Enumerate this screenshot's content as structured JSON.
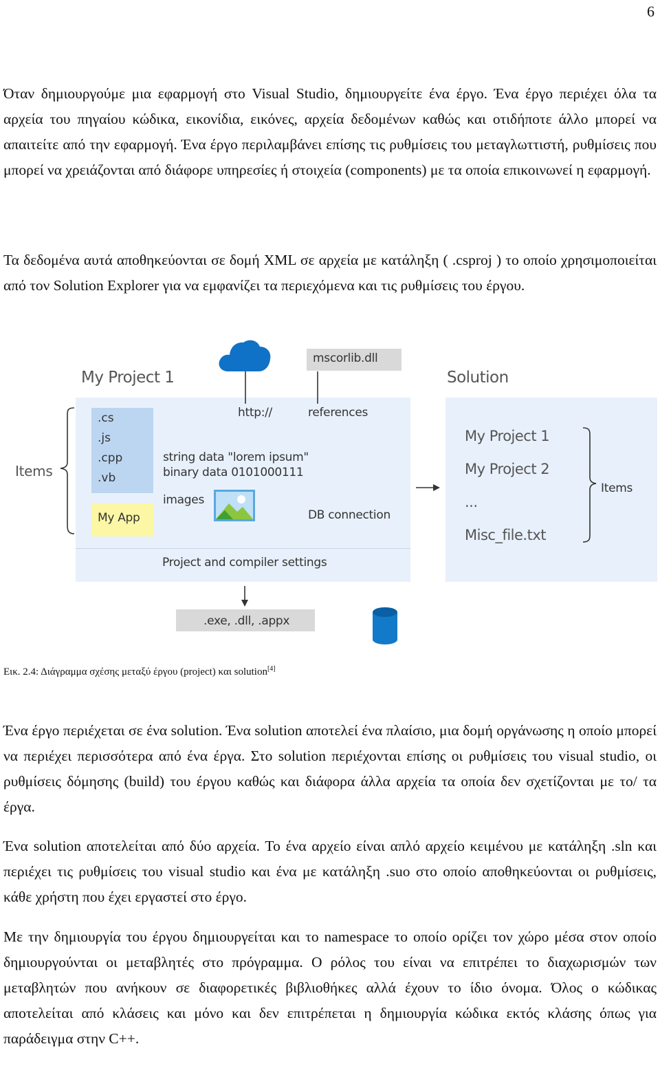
{
  "page_number": "6",
  "paragraphs": {
    "p1": "Όταν δημιουργούμε μια εφαρμογή στο Visual Studio, δημιουργείτε ένα έργο. Ένα έργο περιέχει όλα τα αρχεία του πηγαίου κώδικα, εικονίδια, εικόνες, αρχεία δεδομένων καθώς και οτιδήποτε άλλο μπορεί να απαιτείτε από την εφαρμογή. Ένα έργο περιλαμβάνει επίσης τις ρυθμίσεις του μεταγλωττιστή, ρυθμίσεις που μπορεί να χρειάζονται από διάφορε υπηρεσίες ή στοιχεία (components) με τα οποία επικοινωνεί η εφαρμογή.",
    "p2": "Τα δεδομένα αυτά αποθηκεύονται σε δομή XML σε αρχεία με κατάληξη ( .csproj ) το οποίο χρησιμοποιείται από τον Solution Explorer για να εμφανίζει τα περιεχόμενα και τις ρυθμίσεις του έργου.",
    "p3": "Ένα έργο περιέχεται σε ένα solution. Ένα solution αποτελεί ένα πλαίσιο, μια δομή οργάνωσης η οποίο μπορεί να περιέχει περισσότερα από ένα έργα. Στο solution περιέχονται επίσης οι ρυθμίσεις του visual studio, οι ρυθμίσεις δόμησης (build) του έργου καθώς και διάφορα άλλα αρχεία τα οποία δεν σχετίζονται με το/ τα έργα.",
    "p4": "Ένα solution αποτελείται από δύο αρχεία. Το ένα αρχείο είναι απλό αρχείο κειμένου με κατάληξη .sln και περιέχει τις ρυθμίσεις του visual studio και ένα με κατάληξη .suo στο οποίο αποθηκεύονται οι ρυθμίσεις, κάθε χρήστη που έχει εργαστεί στο έργο.",
    "p5": "Με την δημιουργία του έργου δημιουργείται και το namespace το οποίο ορίζει τον χώρο μέσα στον οποίο δημιουργούνται οι μεταβλητές στο πρόγραμμα. Ο ρόλος του είναι να επιτρέπει το διαχωρισμών των μεταβλητών που ανήκουν σε διαφορετικές βιβλιοθήκες αλλά έχουν το ίδιο όνομα. Όλος ο κώδικας αποτελείται από  κλάσεις και μόνο και δεν επιτρέπεται η δημιουργία κώδικα εκτός κλάσης όπως για παράδειγμα στην C++."
  },
  "caption": {
    "text": "Εικ. 2.4: Διάγραμμα σχέσης μεταξύ έργου (project) και solution",
    "ref": "[4]"
  },
  "diagram": {
    "project_title": "My Project 1",
    "solution_title": "Solution",
    "items_label_left": "Items",
    "items_label_right": "Items",
    "files": [
      ".cs",
      ".js",
      ".cpp",
      ".vb"
    ],
    "my_app": "My App",
    "http_label": "http://",
    "references_label": "references",
    "mscorlib": "mscorlib.dll",
    "string_data": "string data \"lorem ipsum\"",
    "binary_data": "binary data 0101000111",
    "images_label": "images",
    "db_connection": "DB connection",
    "settings_label": "Project and compiler settings",
    "output_label": ".exe, .dll, .appx",
    "solution_items": [
      "My Project 1",
      "My Project 2",
      "...",
      "Misc_file.txt"
    ],
    "colors": {
      "panel": "#e8f1fb",
      "files_box": "#bcd6f1",
      "my_app_box": "#fbf7a4",
      "grey_box": "#d9d9d9",
      "cloud": "#0f72c6",
      "database": "#1379c9"
    },
    "icons": [
      "cloud-icon",
      "image-icon",
      "database-icon"
    ]
  }
}
